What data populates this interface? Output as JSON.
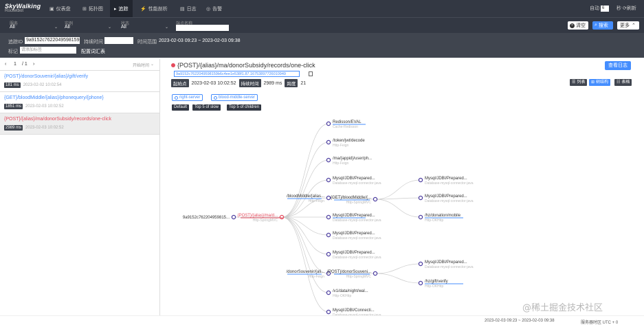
{
  "app": {
    "logo_line1": "SkyWalking",
    "logo_line2": "Rocketbot"
  },
  "nav": [
    {
      "label": "仪表盘",
      "icon": "dashboard-icon"
    },
    {
      "label": "拓扑图",
      "icon": "topology-icon"
    },
    {
      "label": "追踪",
      "icon": "trace-icon"
    },
    {
      "label": "性能剖析",
      "icon": "profile-icon"
    },
    {
      "label": "日志",
      "icon": "log-icon"
    },
    {
      "label": "告警",
      "icon": "alarm-icon"
    }
  ],
  "topright": {
    "auto_label": "自动",
    "interval": "6",
    "sec_label": "秒",
    "refresh_label": "刷新"
  },
  "filters": {
    "service_label": "服务",
    "service_value": "All",
    "instance_label": "实例",
    "instance_value": "All",
    "status_label": "状态",
    "status_value": "All",
    "endpoint_label": "端点名称",
    "endpoint_value": "",
    "clear_label": "清空",
    "search_label": "搜索",
    "more_label": "更多"
  },
  "filters2": {
    "traceid_label": "追踪ID",
    "traceid_value": "9a9152c7622049598159",
    "duration_label": "持续时间",
    "timerange_label": "时间范围",
    "timerange_value": "2023-02-03 09:23 ~ 2023-02-03 09:38",
    "tags_label": "标记",
    "tags_placeholder": "请添加标签",
    "tags_hint": "配置词汇表"
  },
  "pager": {
    "page": "1",
    "total": "/ 1",
    "sort": "开始时间"
  },
  "traces": [
    {
      "name": "{POST}/donorSouvenir/{alias}/gift/verify",
      "ms": "181 ms",
      "time": "2023-02-02 10:02:54"
    },
    {
      "name": "{GET}/bloodMiddle/{alias}/phonequery/{phone}",
      "ms": "1851 ms",
      "time": "2023-02-03 10:02:52"
    },
    {
      "name": "{POST}/{alias}/ma/donorSubsidy/records/one-click",
      "ms": "2989 ms",
      "time": "2023-02-03 10:02:52"
    }
  ],
  "detail": {
    "title": "{POST}/{alias}/ma/donorSubsidy/records/one-click",
    "trace_id": "9a9152c7622049598159b6c4ee1e538f1.87.16753897726010949",
    "start_label": "起始点",
    "start_value": "2023-02-03 10:02:52",
    "duration_label": "持续时间",
    "duration_value": "2989 ms",
    "spans_label": "跨度",
    "spans_value": "21",
    "log_button": "查看日志",
    "views": [
      "列表",
      "树结构",
      "表格"
    ],
    "legend": [
      "right-server",
      "blood-middle-server"
    ],
    "filters": [
      "Default",
      "Top 5 of slow",
      "Top 5 of children"
    ]
  },
  "tree": {
    "root": {
      "label": "9a9152c762204959815..."
    },
    "n1": {
      "label": "{POST}/{alias}/ma/d...",
      "sub": "Http-SpringMVC"
    },
    "mid": [
      {
        "label": "Redisson/EVAL",
        "sub": "Cache-Redisson"
      },
      {
        "label": "/token/jwt/decode",
        "sub": "Http-Feign"
      },
      {
        "label": "/ma/{appid}/user/ph...",
        "sub": "Http-Feign"
      },
      {
        "label": "Mysql/JDBI/Prepared...",
        "sub": "Database-mysql-connector-java"
      },
      {
        "label": "/bloodMiddle/{alias...",
        "sub": "Http-Feign"
      },
      {
        "label": "Mysql/JDBI/Prepared...",
        "sub": "Database-mysql-connector-java"
      },
      {
        "label": "Mysql/JDBI/Prepared...",
        "sub": "Database-mysql-connector-java"
      },
      {
        "label": "Mysql/JDBI/Prepared...",
        "sub": "Database-mysql-connector-java"
      },
      {
        "label": "/donorSouvenir/{ali...",
        "sub": "Http-Feign"
      },
      {
        "label": "/v1/data/night/wal...",
        "sub": "Http-OKHttp"
      },
      {
        "label": "Mysql/JDBI/Connecti...",
        "sub": "Database-mysql-connector-java"
      }
    ],
    "blood": {
      "label": "{GET}/bloodMiddle/{...",
      "sub": "Http-SpringMVC"
    },
    "donor": {
      "label": "{POST}/donorSouveni...",
      "sub": "Http-SpringMVC"
    },
    "blood_children": [
      {
        "label": "Mysql/JDBI/Prepared...",
        "sub": "Database-mysql-connector-java"
      },
      {
        "label": "Mysql/JDBI/Prepared...",
        "sub": "Database-mysql-connector-java"
      },
      {
        "label": "/hz/donation/mobile",
        "sub": "Http-OKHttp"
      }
    ],
    "donor_children": [
      {
        "label": "Mysql/JDBI/Prepared...",
        "sub": "Database-mysql-connector-java"
      },
      {
        "label": "/hz/gift/verify",
        "sub": "Http-OKHttp"
      }
    ]
  },
  "footer": {
    "timerange": "2023-02-03 09:23 ~ 2023-02-03 09:38",
    "tz_label": "服务器时区 UTC + 0"
  },
  "watermark": "@稀土掘金技术社区"
}
